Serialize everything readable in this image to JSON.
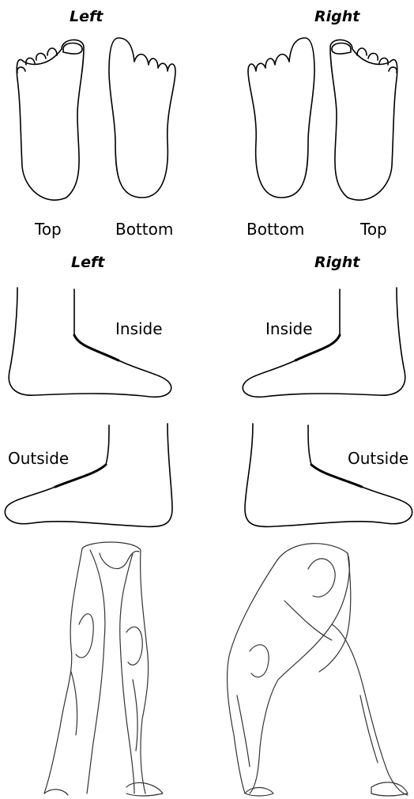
{
  "headers": {
    "top_left": "Left",
    "top_right": "Right",
    "mid_left": "Left",
    "mid_right": "Right"
  },
  "sole_labels": {
    "left_top": "Top",
    "left_bottom": "Bottom",
    "right_bottom": "Bottom",
    "right_top": "Top"
  },
  "side_labels": {
    "left_inside": "Inside",
    "right_inside": "Inside",
    "left_outside": "Outside",
    "right_outside": "Outside"
  },
  "colors": {
    "ink": "#000000",
    "sketch": "#333333",
    "background": "#ffffff"
  }
}
